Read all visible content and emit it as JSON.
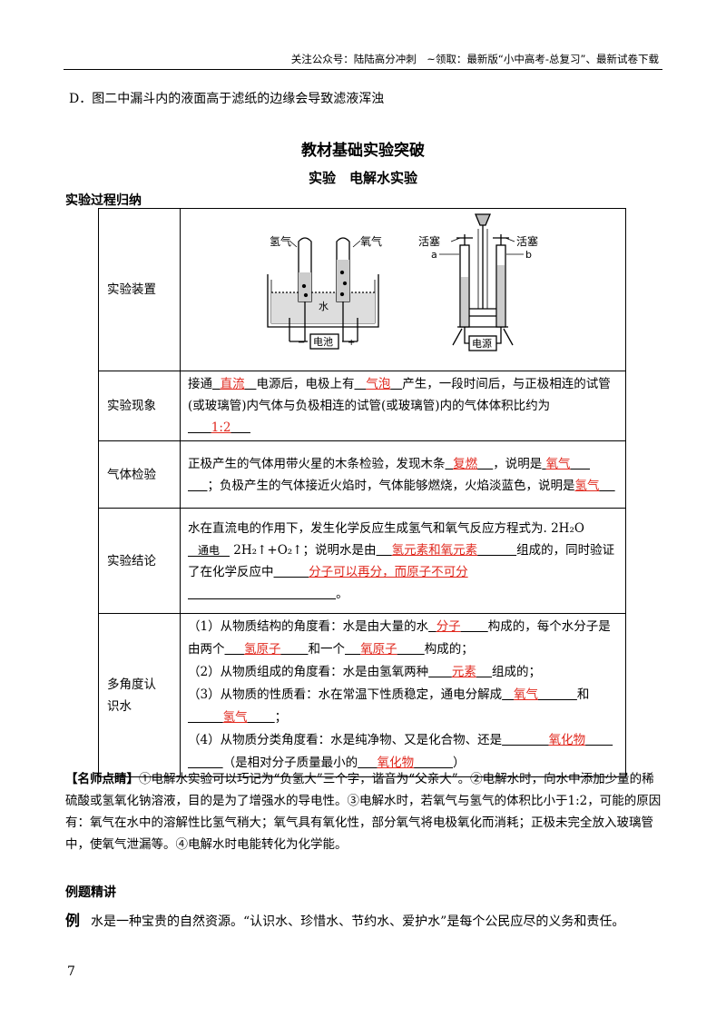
{
  "header": {
    "text": "关注公众号：陆陆高分冲刺　~领取：最新版“小中高考-总复习”、最新试卷下载"
  },
  "option_d": "D．图二中漏斗内的液面高于滤纸的边缘会导致滤液浑浊",
  "title": "教材基础实验突破",
  "subtitle": "实验　电解水实验",
  "section_heading": "实验过程归纳",
  "diagram": {
    "left": {
      "h2": "氢气",
      "o2": "氧气",
      "water": "水",
      "battery": "电池"
    },
    "right": {
      "valve_left": "活塞",
      "valve_right": "活塞",
      "a": "a",
      "b": "b",
      "power": "电源"
    }
  },
  "rows": {
    "apparatus": {
      "label": "实验装置"
    },
    "phenomenon": {
      "label": "实验现象",
      "t1": "接通",
      "a1": "直流",
      "t2": "电源后，电极上有",
      "a2": "气泡",
      "t3": "产生，一段时间后，与正极相连的试管(或玻璃管)内气体与负极相连的试管(或玻璃管)内的气体体积比约为",
      "a3": "1:2"
    },
    "gas_test": {
      "label": "气体检验",
      "t1": "正极产生的气体用带火星的木条检验，发现木条",
      "a1": "复燃",
      "t2": "，说明是",
      "a2": "氧气",
      "t3": "；负极产生的气体接近火焰时，气体能够燃烧，火焰淡蓝色，说明是",
      "a3": "氢气"
    },
    "conclusion": {
      "label": "实验结论",
      "t1": "水在直流电的作用下，发生化学反应生成氢气和氧气反应方程式为. 2H₂O",
      "condition": "通电",
      "eq": "2H₂↑+O₂↑；说明水是由",
      "a1": "氢元素和氧元素",
      "t2": "组成的，同时验证了在化学反应中",
      "a2": "分子可以再分，而原子不可分",
      "t3": "。"
    },
    "multi": {
      "label": "多角度认识水",
      "l1_t1": "（1）从物质结构的角度看：水是由大量的水",
      "l1_a1": "分子",
      "l1_t2": "构成的，每个水分子是由两个",
      "l1_a2": "氢原子",
      "l1_t3": "和一个",
      "l1_a3": "氧原子",
      "l1_t4": "构成的；",
      "l2_t1": "（2）从物质组成的角度看：水是由氢氧两种",
      "l2_a1": "元素",
      "l2_t2": "组成的；",
      "l3_t1": "（3）从物质的性质看：水在常温下性质稳定，通电分解成",
      "l3_a1": "氧气",
      "l3_t2": "和",
      "l3_a2": "氢气",
      "l3_t3": "；",
      "l4_t1": "（4）从物质分类角度看：水是纯净物、又是化合物、还是",
      "l4_a1": "氧化物",
      "l4_t2": "（是相对分子质量最小的",
      "l4_a2": "氧化物",
      "l4_t3": "）"
    }
  },
  "note": {
    "head": "【名师点睛】",
    "body": "①电解水实验可以巧记为“负氢大”三个字，谐音为“父亲大”。②电解水时，向水中添加少量的稀硫酸或氢氧化钠溶液，目的是为了增强水的导电性。③电解水时，若氧气与氢气的体积比小于1:2，可能的原因有：氧气在水中的溶解性比氢气稍大；氧气具有氧化性，部分氧气将电极氧化而消耗；正极未完全放入玻璃管中，使氧气泄漏等。④电解水时电能转化为化学能。"
  },
  "example_heading": "例题精讲",
  "example": {
    "label": "例",
    "text": "水是一种宝贵的自然资源。“认识水、珍惜水、节约水、爱护水”是每个公民应尽的义务和责任。"
  },
  "page_number": "7"
}
